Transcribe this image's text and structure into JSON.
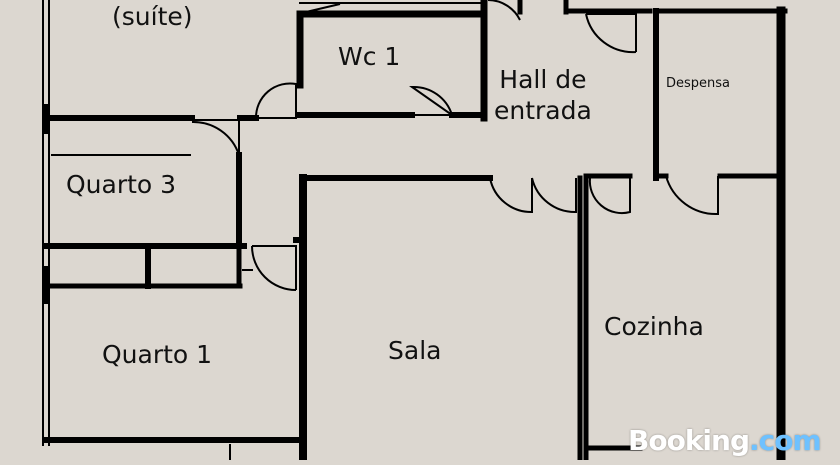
{
  "rooms": {
    "suite": "(suíte)",
    "wc1": "Wc 1",
    "hall": [
      "Hall de",
      "entrada"
    ],
    "despensa": "Despensa",
    "quarto3": "Quarto 3",
    "quarto1": "Quarto 1",
    "sala": "Sala",
    "cozinha": "Cozinha"
  },
  "watermark": {
    "brand": "Booking",
    "domain": ".com"
  },
  "colors": {
    "background": "#dcd7d0",
    "wall": "#000000",
    "watermark_domain": "#6ec1ff"
  }
}
